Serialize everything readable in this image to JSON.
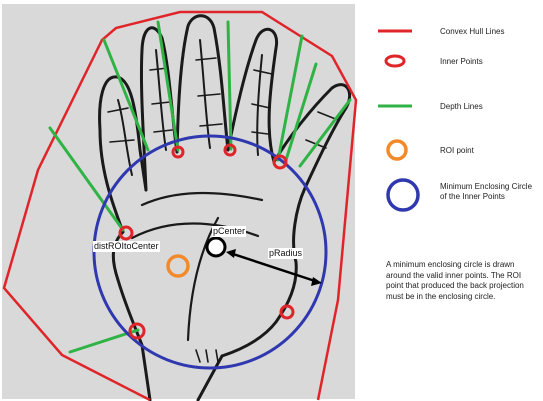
{
  "labels": {
    "p_center": "pCenter",
    "p_radius": "pRadius",
    "dist_roi_to_center": "distROItoCenter"
  },
  "legend": [
    {
      "marker": "red-line",
      "color": "#e0252a",
      "text": "Convex Hull Lines"
    },
    {
      "marker": "red-circle",
      "color": "#e0252a",
      "text": "Inner Points"
    },
    {
      "marker": "green-line",
      "color": "#2fb345",
      "text": "Depth Lines"
    },
    {
      "marker": "orange-circle",
      "color": "#f28a2b",
      "text": "ROI point"
    },
    {
      "marker": "blue-circle",
      "color": "#3038b0",
      "text": "Minimum Enclosing Circle of the Inner Points"
    }
  ],
  "note": "A minimum enclosing circle is drawn around the valid inner points. The ROI point that produced the back projection must be in the enclosing circle.",
  "colors": {
    "hull": "#e0252a",
    "depth": "#2fb345",
    "roi": "#f28a2b",
    "enclosing_circle": "#3038b0",
    "panel": "#d9d9d9"
  }
}
